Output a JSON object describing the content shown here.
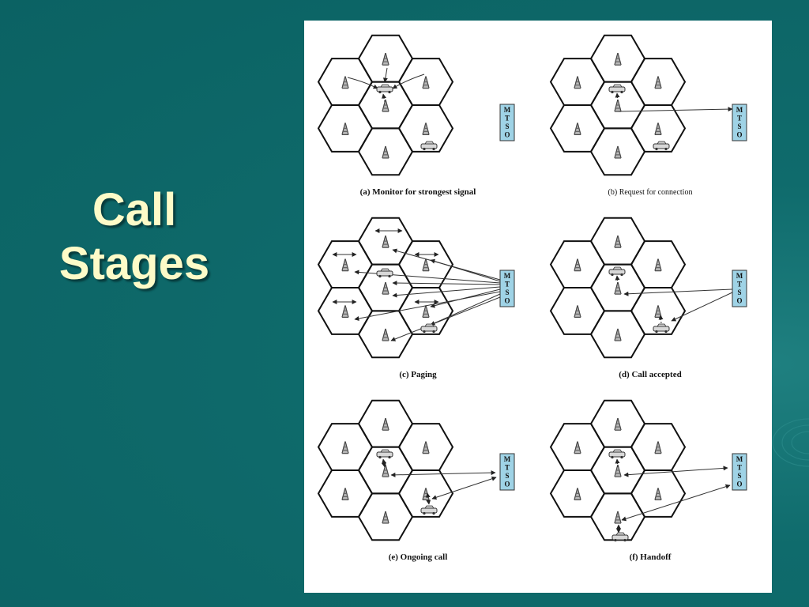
{
  "slide": {
    "title_lines": [
      "Call",
      "Stages"
    ]
  },
  "mtso": {
    "letters": [
      "M",
      "T",
      "S",
      "O"
    ]
  },
  "panels": [
    {
      "id": "a",
      "caption": "(a) Monitor for strongest signal"
    },
    {
      "id": "b",
      "caption": "(b) Request for connection"
    },
    {
      "id": "c",
      "caption": "(c) Paging"
    },
    {
      "id": "d",
      "caption": "(d) Call accepted"
    },
    {
      "id": "e",
      "caption": "(e) Ongoing call"
    },
    {
      "id": "f",
      "caption": "(f) Handoff"
    }
  ],
  "colors": {
    "background": "#0f6b6c",
    "title": "#fdfbc8",
    "mtso_fill": "#9fd3e6",
    "hex_stroke": "#111111"
  }
}
